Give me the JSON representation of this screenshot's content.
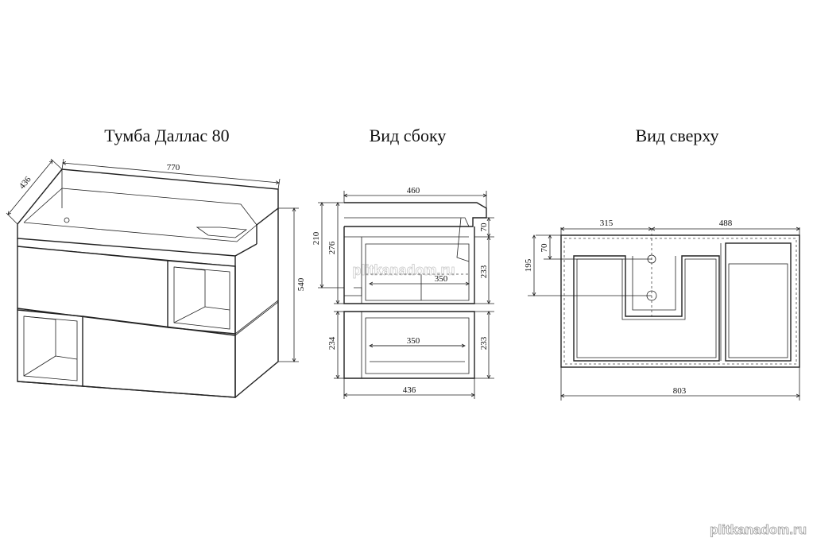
{
  "titles": {
    "front": "Тумба Даллас 80",
    "side": "Вид сбоку",
    "top": "Вид сверху"
  },
  "front_view": {
    "width": "770",
    "depth": "436",
    "height": "540"
  },
  "side_view": {
    "top_depth": "460",
    "bottom_depth": "436",
    "upper_height": "210",
    "upper_height_total": "276",
    "lower_height": "234",
    "right_top": "70",
    "right_upper": "233",
    "right_lower": "233",
    "drawer_upper": "350",
    "drawer_lower": "350"
  },
  "top_view": {
    "left_span": "315",
    "right_span": "488",
    "left_offset_small": "70",
    "left_offset_large": "195",
    "total_width": "803"
  },
  "watermark": {
    "center": "plitkanadom.ru",
    "corner": "plitkanadom.ru"
  }
}
